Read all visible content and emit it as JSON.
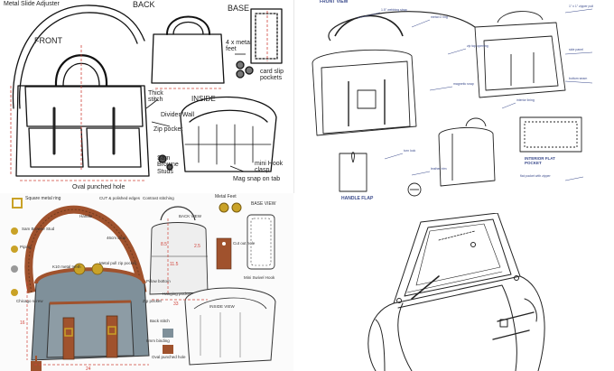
{
  "panels": {
    "top_left": {
      "labels": {
        "metal_slide": "Metal Slide Adjuster",
        "back": "BACK",
        "base": "BASE",
        "front": "FRONT",
        "metal_feet": "4 x metal feet",
        "card_slip": "card slip pockets",
        "thick_stitch": "Thick stitch",
        "inside": "INSIDE",
        "divider_wall": "Divider Wall",
        "zip_pocket": "Zip pocket",
        "sam_browne": "Sam Browne Studs",
        "mini_hook": "mini Hook clasp",
        "mag_snap": "Mag snap on tab",
        "oval_hole": "Oval punched hole"
      }
    },
    "top_right": {
      "labels": {
        "front_view": "FRONT VIEW",
        "handle_flap": "HANDLE FLAP",
        "interior_flat_pocket": "INTERIOR FLAT POCKET"
      }
    },
    "bottom_left": {
      "labels": {
        "square_ring": "Square metal ring",
        "cut_polished": "CUT & polished edges",
        "contrast_stitch": "Contrast stitching",
        "metal_feet": "Metal Feet",
        "base_view": "BASE VIEW",
        "sam_browne": "Sam Browne Stud",
        "k10": "K10 metal teeth",
        "metal_pull": "Metal pull zip pocket",
        "back_view": "BACK VIEW",
        "piping": "Piping",
        "cut_off": "Cut out hole",
        "pillow": "Pillow bottom",
        "hanging": "Hanging pocket",
        "zip_pocket": "Zip pocket",
        "mini_swivel": "Mini Swivel Hook",
        "chicago": "Chicago screw",
        "inside_view": "INSIDE VIEW",
        "back_stitch": "Back stitch",
        "bm_binding": "8mm binding",
        "oval_punched": "Oval punched hole",
        "handle": "Handle",
        "drop": "46cm drop"
      }
    },
    "bottom_right": {
      "labels": {}
    }
  },
  "colors": {
    "leather": "#a0522d",
    "leather_dark": "#6e3a1e",
    "canvas": "#7f909a",
    "brass": "#c9a227",
    "measure_red": "#d0433a",
    "spec_blue": "#3b4b8c"
  }
}
